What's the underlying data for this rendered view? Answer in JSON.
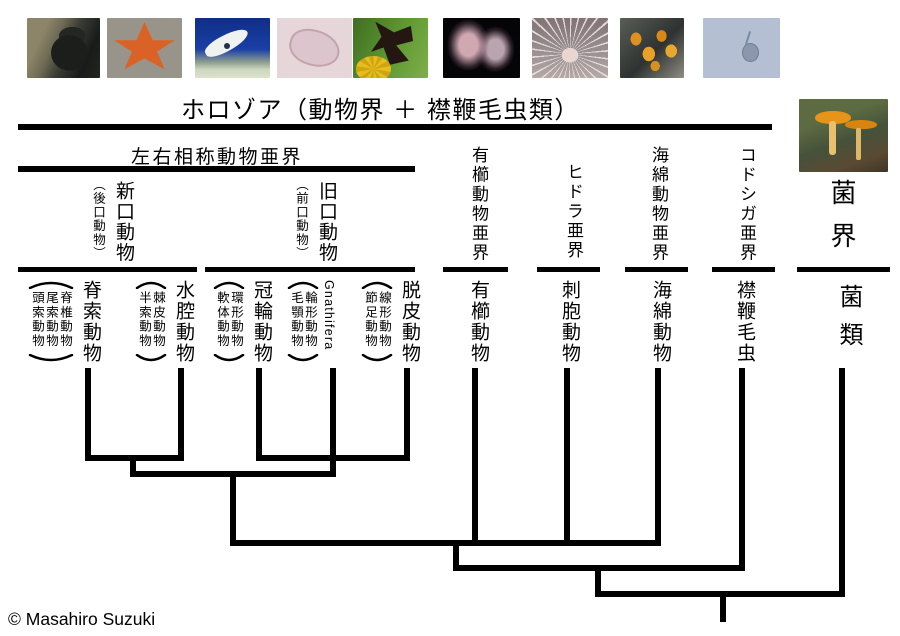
{
  "header": {
    "title": "ホロゾア（動物界 ＋ 襟鞭毛虫類）"
  },
  "photos": [
    "gorilla",
    "starfish",
    "squid",
    "micro-invertebrate",
    "butterfly",
    "comb-jelly",
    "sea-anemone",
    "orange-lichen",
    "choanoflagellate",
    "mushrooms"
  ],
  "clades": {
    "bilateria_label": "左右相称動物亜界",
    "deuterostome_label": "新口動物",
    "deuterostome_alias": "（後口動物）",
    "protostome_label": "旧口動物",
    "protostome_alias": "（前口動物）",
    "subkingdom_labels": [
      "有櫛動物亜界",
      "ヒドラ亜界",
      "海綿動物亜界",
      "コドシガ亜界"
    ],
    "fungi_kingdom_label": "菌界"
  },
  "leaves": [
    {
      "name": "脊索動物",
      "subtaxa": [
        "脊椎動物",
        "尾索動物",
        "頭索動物"
      ]
    },
    {
      "name": "水腔動物",
      "subtaxa": [
        "棘皮動物",
        "半索動物"
      ]
    },
    {
      "name": "冠輪動物",
      "subtaxa": [
        "環形動物",
        "軟体動物"
      ]
    },
    {
      "name": "Gnathifera",
      "subtaxa": [
        "輪形動物",
        "毛顎動物"
      ]
    },
    {
      "name": "脱皮動物",
      "subtaxa": [
        "線形動物",
        "節足動物"
      ]
    },
    {
      "name": "有櫛動物",
      "subtaxa": []
    },
    {
      "name": "刺胞動物",
      "subtaxa": []
    },
    {
      "name": "海綿動物",
      "subtaxa": []
    },
    {
      "name": "襟鞭毛虫",
      "subtaxa": []
    },
    {
      "name": "菌類",
      "subtaxa": []
    }
  ],
  "colors": {
    "line": "#000000",
    "text": "#000000",
    "background": "#ffffff"
  },
  "footer": {
    "copyright": "© Masahiro Suzuki"
  }
}
